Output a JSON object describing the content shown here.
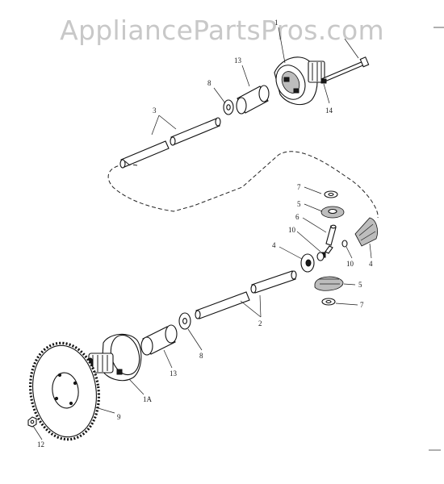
{
  "watermark": "AppliancePartsPros.com",
  "callouts": [
    {
      "id": "c1",
      "text": "1"
    },
    {
      "id": "c13a",
      "text": "13"
    },
    {
      "id": "c8a",
      "text": "8"
    },
    {
      "id": "c3",
      "text": "3"
    },
    {
      "id": "c14",
      "text": "14"
    },
    {
      "id": "c7a",
      "text": "7"
    },
    {
      "id": "c5a",
      "text": "5"
    },
    {
      "id": "c6",
      "text": "6"
    },
    {
      "id": "c10a",
      "text": "10"
    },
    {
      "id": "c4a",
      "text": "4"
    },
    {
      "id": "c10b",
      "text": "10"
    },
    {
      "id": "c4b",
      "text": "4"
    },
    {
      "id": "c5b",
      "text": "5"
    },
    {
      "id": "c7b",
      "text": "7"
    },
    {
      "id": "c2",
      "text": "2"
    },
    {
      "id": "c8b",
      "text": "8"
    },
    {
      "id": "c13b",
      "text": "13"
    },
    {
      "id": "c1A",
      "text": "1A"
    },
    {
      "id": "c9",
      "text": "9"
    },
    {
      "id": "c12",
      "text": "12"
    }
  ],
  "colors": {
    "ink": "#1a1a1a",
    "watermark": "#c8c8c8",
    "background": "#ffffff"
  }
}
